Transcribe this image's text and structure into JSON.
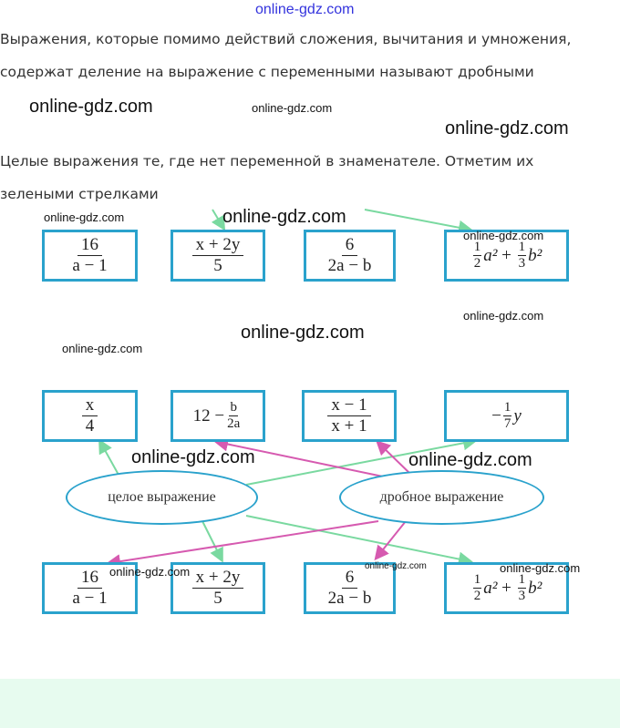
{
  "watermark": "online-gdz.com",
  "paragraph1": [
    "Выражения, которые помимо действий сложения, вычитания и умножения,",
    "содержат деление на выражение с переменными называют дробными"
  ],
  "paragraph2": [
    "Целые выражения те, где нет переменной в знаменателе. Отметим их",
    "зелеными стрелками"
  ],
  "expr": {
    "e1": {
      "num": "16",
      "den": "a − 1"
    },
    "e2": {
      "num": "x + 2y",
      "den": "5"
    },
    "e3": {
      "num": "6",
      "den": "2a − b"
    },
    "e4": {
      "half": "1",
      "two": "2",
      "a": "a²",
      "plus": "+",
      "third": "1",
      "three": "3",
      "b": "b²"
    },
    "x4": {
      "num": "x",
      "den": "4"
    },
    "e12": {
      "pre": "12 −",
      "num": "b",
      "den": "2a"
    },
    "ex1": {
      "num": "x − 1",
      "den": "x + 1"
    },
    "e7": {
      "minus": "−",
      "num": "1",
      "den": "7",
      "y": "y"
    }
  },
  "ellipses": {
    "whole": "целое выражение",
    "fractional": "дробное выражение"
  },
  "colors": {
    "box": "#2aa2cc",
    "green": "#7ad9a0",
    "pink": "#d65ab0"
  }
}
